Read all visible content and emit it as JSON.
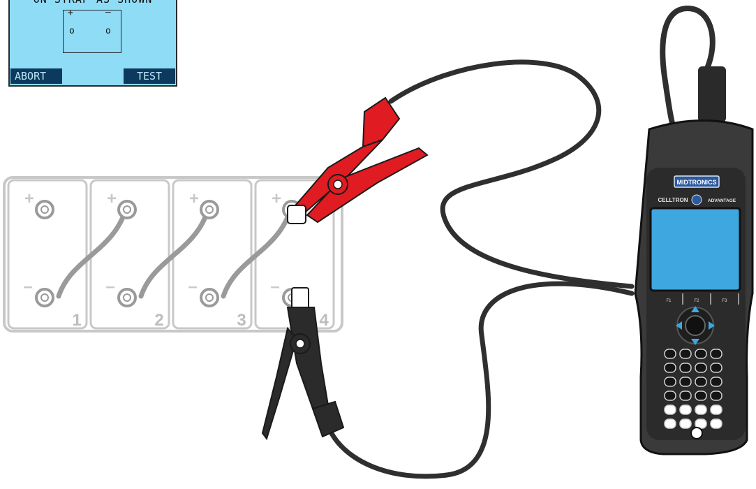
{
  "screen": {
    "prompt_text": "ON STRAP AS SHOWN",
    "positive_symbol": "+",
    "negative_symbol": "–",
    "pos_terminal": "o",
    "neg_terminal": "o",
    "abort_label": "ABORT",
    "test_label": "TEST"
  },
  "battery": {
    "cells": [
      {
        "number": "1",
        "pos_symbol": "+",
        "neg_symbol": "–"
      },
      {
        "number": "2",
        "pos_symbol": "+",
        "neg_symbol": "–"
      },
      {
        "number": "3",
        "pos_symbol": "+",
        "neg_symbol": "–"
      },
      {
        "number": "4",
        "pos_symbol": "+",
        "neg_symbol": "–"
      }
    ]
  },
  "tester": {
    "brand": "MIDTRONICS",
    "model_left": "CELLTRON",
    "model_right": "ADVANTAGE",
    "softkey_labels": [
      "F1",
      "F2",
      "F3"
    ]
  },
  "colors": {
    "screen_bg": "#8fdcf6",
    "softkey_bg": "#0c3a5e",
    "red_clamp": "#e01b22",
    "black_clamp": "#2b2b2b",
    "cable": "#2f2f2f",
    "battery_outline": "#c8c8c8",
    "tester_body": "#3a3a3a",
    "tester_screen": "#3fa7e0"
  }
}
